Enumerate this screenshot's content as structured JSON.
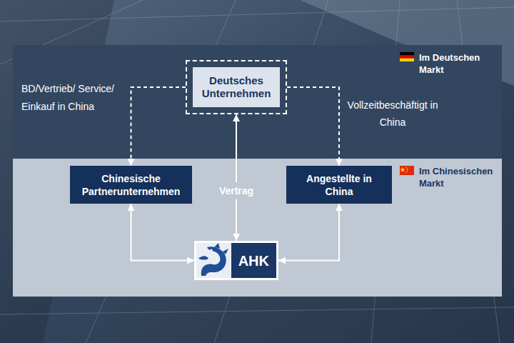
{
  "diagram": {
    "nodes": [
      {
        "text": [
          "Im Deutschen Markt"
        ]
      },
      {
        "text": [
          "Deutsches Unternehmen"
        ],
        "in": 0
      },
      {
        "text": [
          "Im Chinesischen Markt"
        ]
      },
      {
        "text": [
          "Chinesische Partnerunternehmen"
        ],
        "in": 2
      },
      {
        "text": [
          "Angestellte in China"
        ],
        "in": 2
      },
      {
        "text": [
          "AHK"
        ],
        "in": 2
      }
    ],
    "edges": [
      {
        "from": 1,
        "to": 3,
        "label": "BD/Vertrieb/ Service/ Einkauf in China",
        "arrow": "to"
      },
      {
        "from": 1,
        "to": 4,
        "label": "Vollzeitbeschäftigt in China",
        "arrow": "to"
      },
      {
        "from": 1,
        "to": 5,
        "label": "Vertrag",
        "arrow": "both"
      },
      {
        "from": 3,
        "to": 5,
        "arrow": "both"
      },
      {
        "from": 4,
        "to": 5,
        "arrow": "both"
      }
    ]
  }
}
